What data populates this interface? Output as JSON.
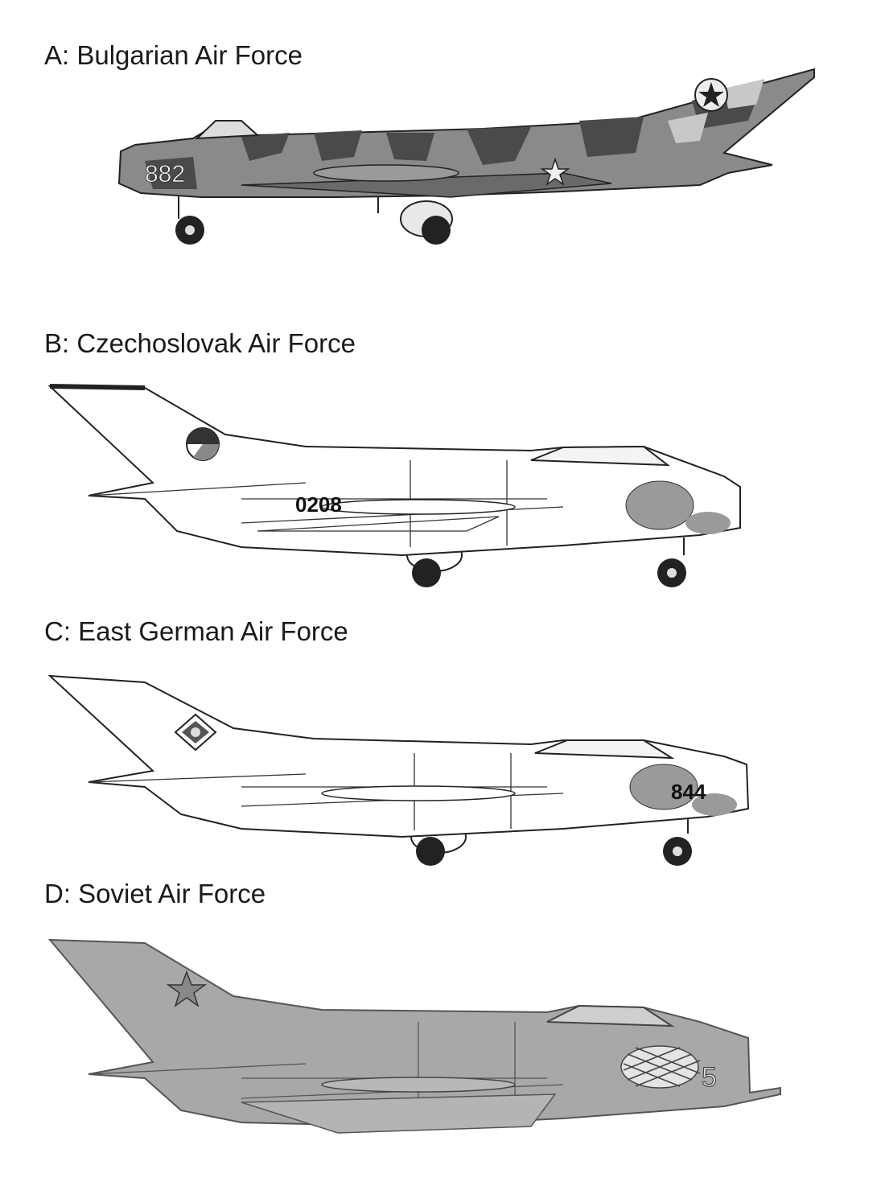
{
  "panels": [
    {
      "caption": "A: Bulgarian Air Force",
      "marking": "882",
      "fill": "#8a8a8a"
    },
    {
      "caption": "B: Czechoslovak Air Force",
      "marking": "0208",
      "fill": "#ffffff"
    },
    {
      "caption": "C: East German Air Force",
      "marking": "844",
      "fill": "#ffffff"
    },
    {
      "caption": "D: Soviet Air Force",
      "marking": "5",
      "fill": "#a8a8a8"
    }
  ]
}
